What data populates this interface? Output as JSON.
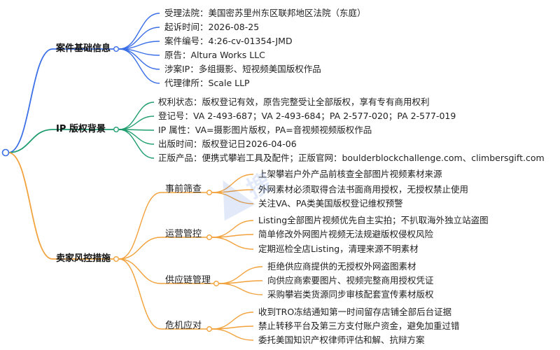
{
  "colors": {
    "blue": "#3b6fe8",
    "green": "#1f9d6f",
    "orange": "#f2a23c"
  },
  "root_icon": "circle-node-icon",
  "branches": [
    {
      "label": "案件基础信息",
      "items": [
        "受理法院：美国密苏里州东区联邦地区法院（东庭）",
        "起诉时间：2026-08-25",
        "案件编号：4:26-cv-01354-JMD",
        "原告：Altura Works LLC",
        "涉案IP：多组摄影、短视频美国版权作品",
        "代理律所：Scale LLP"
      ]
    },
    {
      "label": "IP 版权背景",
      "items": [
        "权利状态：版权登记有效，原告完整受让全部版权，享有专有商用权利",
        "登记号：VA 2-493-687；VA 2-493-684；PA 2-577-020；PA 2-577-019",
        "IP 属性：VA=摄影图片版权，PA=音视频视频版权作品",
        "出版时间：版权登记日2026-04-06",
        "正版产品：便携式攀岩工具及配件；正版官网：boulderblockchallenge.com、climbersgift.com"
      ]
    },
    {
      "label": "卖家风控措施",
      "children": [
        {
          "label": "事前筛查",
          "items": [
            "上架攀岩户外产品前核查全部图片视频素材来源",
            "外网素材必须取得合法书面商用授权，无授权禁止使用",
            "关注VA、PA类美国版权登记维权预警"
          ]
        },
        {
          "label": "运营管控",
          "items": [
            "Listing全部图片视频优先自主实拍；不扒取海外独立站盗图",
            "简单修改外网图片视频无法规避版权侵权风险",
            "定期巡检全店Listing，清理来源不明素材"
          ]
        },
        {
          "label": "供应链管理",
          "items": [
            "拒绝供应商提供的无授权外网盗图素材",
            "向供应商索要图片、视频完整商用授权凭证",
            "采购攀岩类货源同步审核配套宣传素材版权"
          ]
        },
        {
          "label": "危机应对",
          "items": [
            "收到TRO冻结通知第一时间留存店铺全部后台证据",
            "禁止转移平台及第三方支付账户资金，避免加重过错",
            "委托美国知识产权律师评估和解、抗辩方案"
          ]
        }
      ]
    }
  ]
}
